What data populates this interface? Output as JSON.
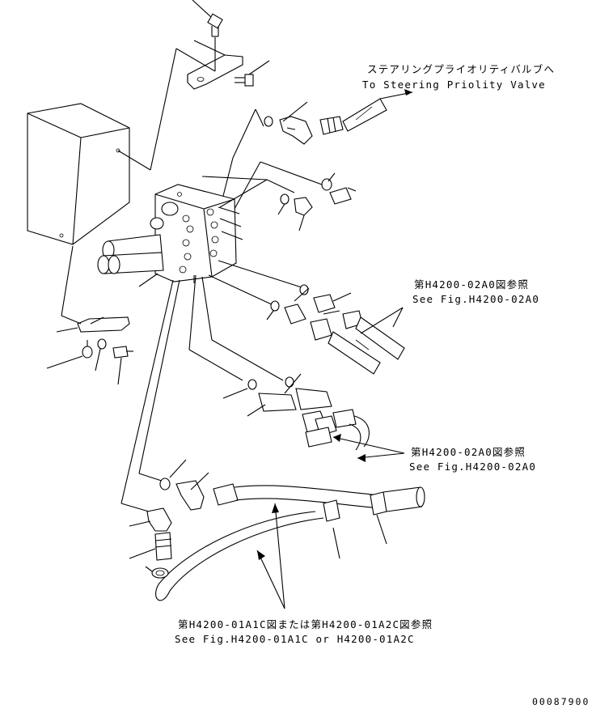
{
  "callouts": {
    "steering_jp": "ステアリングプライオリティバルブへ",
    "steering_en": "To Steering Priolity Valve",
    "ref1_jp": "第H4200-02A0図参照",
    "ref1_en": "See Fig.H4200-02A0",
    "ref2_jp": "第H4200-02A0図参照",
    "ref2_en": "See Fig.H4200-02A0",
    "ref3_jp": "第H4200-01A1C図または第H4200-01A2C図参照",
    "ref3_en": "See Fig.H4200-01A1C or H4200-01A2C"
  },
  "drawing_number": "00087900"
}
